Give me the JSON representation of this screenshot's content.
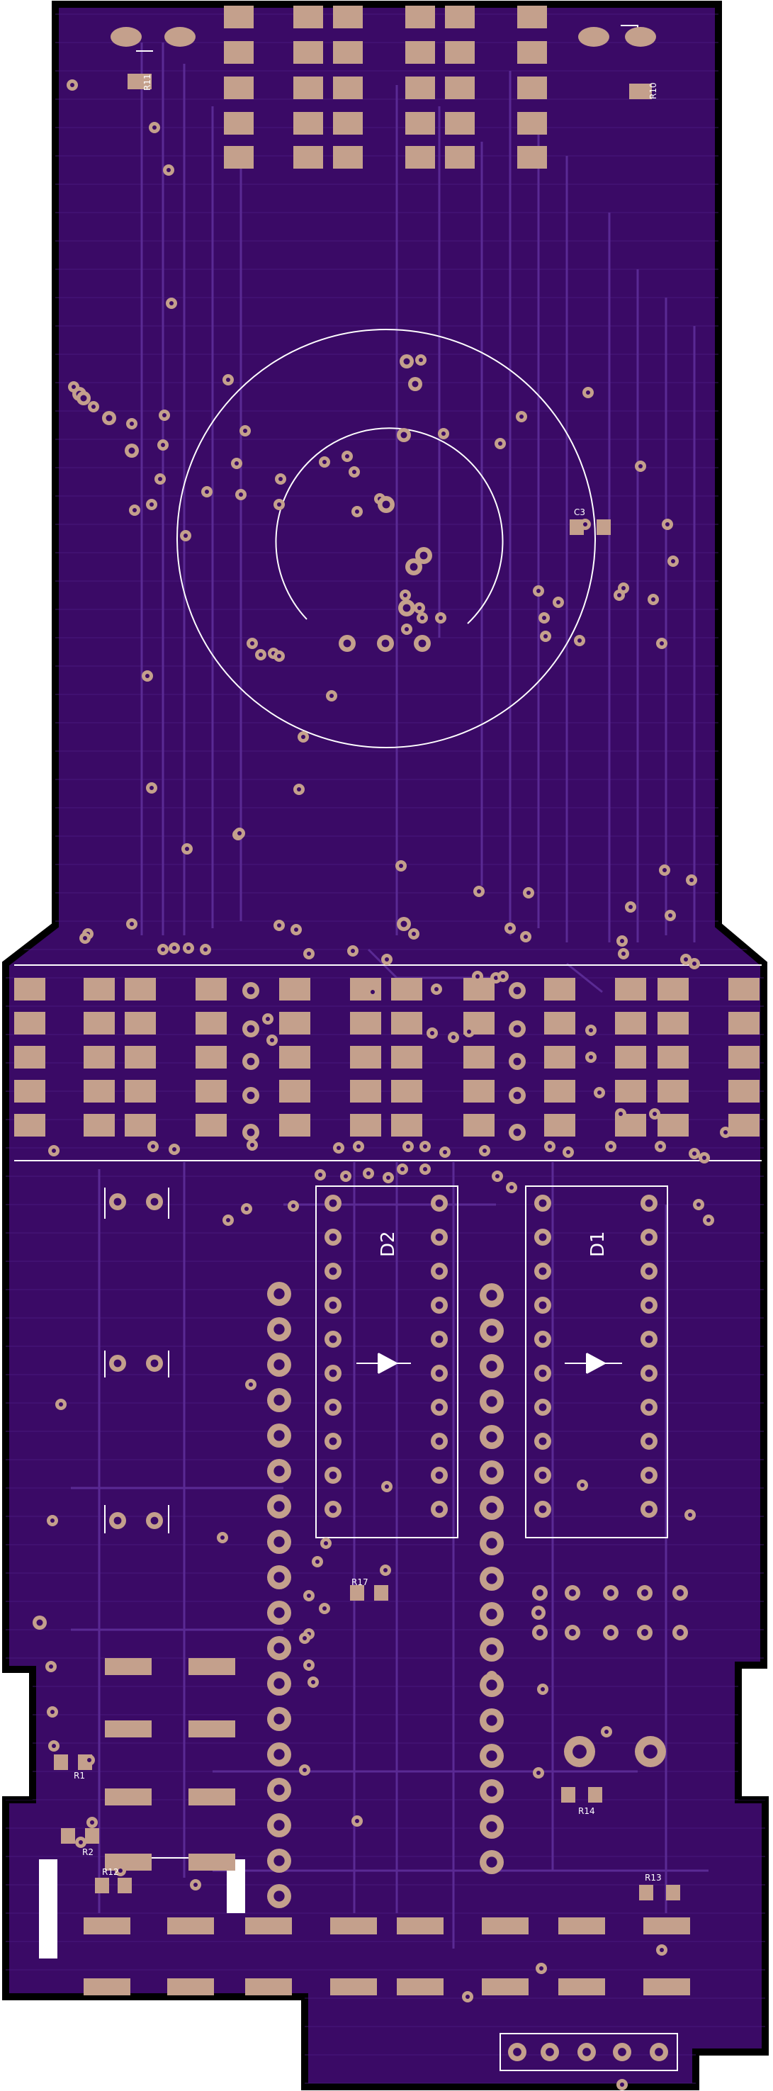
{
  "board": {
    "colors": {
      "board": "#3a0a66",
      "copper": "#4a1680",
      "trace": "#5a2a94",
      "outline": "#000000",
      "pad": "#c4a08c",
      "silk": "#ffffff"
    },
    "labels": {
      "r11": "R11",
      "r10": "R10",
      "c3": "C3",
      "d2": "D2",
      "d1": "D1",
      "r17": "R17",
      "r1": "R1",
      "r2": "R2",
      "r12": "R12",
      "r14": "R14",
      "r13": "R13"
    }
  }
}
